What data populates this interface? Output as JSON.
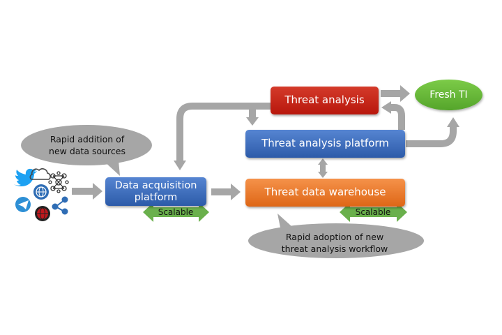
{
  "nodes": {
    "threat_analysis": "Threat analysis",
    "threat_analysis_platform": "Threat analysis platform",
    "data_acquisition_line1": "Data acquisition",
    "data_acquisition_line2": "platform",
    "threat_data_warehouse": "Threat data warehouse",
    "fresh_ti": "Fresh TI"
  },
  "callouts": {
    "sources_line1": "Rapid addition of",
    "sources_line2": "new data sources",
    "workflow_line1": "Rapid adoption of new",
    "workflow_line2": "threat analysis workflow"
  },
  "scalable": {
    "acquisition": "Scalable",
    "warehouse": "Scalable"
  },
  "colors": {
    "arrow": "#a6a6a6",
    "callout": "#a6a6a6",
    "scalable": "#6ab04c",
    "analysis": "#c8261a",
    "platform": "#3f6fbf",
    "warehouse": "#ee7a2e",
    "fresh": "#67b93a"
  },
  "source_icons": [
    "twitter-icon",
    "cloud-icon",
    "network-icon",
    "web-icon",
    "telegram-icon",
    "share-icon",
    "darkweb-icon"
  ]
}
